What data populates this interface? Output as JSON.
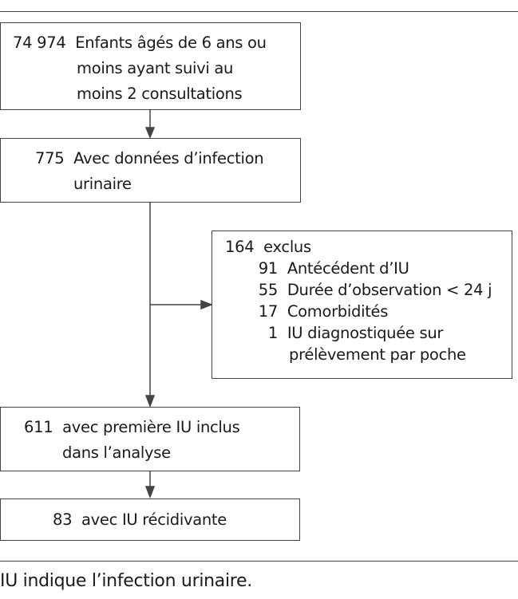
{
  "boxes": {
    "start": {
      "count": "74 974",
      "lines": [
        "Enfants âgés de 6 ans ou",
        "moins ayant suivi au",
        "moins 2 consultations"
      ]
    },
    "uti_data": {
      "count": "775",
      "lines": [
        "Avec données d’infection",
        "urinaire"
      ]
    },
    "excluded": {
      "count": "164",
      "label": "exclus",
      "items": [
        {
          "count": "91",
          "lines": [
            "Antécédent d’IU"
          ]
        },
        {
          "count": "55",
          "lines": [
            "Durée d’observation < 24 j"
          ]
        },
        {
          "count": "17",
          "lines": [
            "Comorbidités"
          ]
        },
        {
          "count": "1",
          "lines": [
            "IU diagnostiquée sur",
            "prélèvement par poche"
          ]
        }
      ]
    },
    "included": {
      "count": "611",
      "lines": [
        "avec première IU inclus",
        "dans l’analyse"
      ]
    },
    "recurrent": {
      "count": "83",
      "lines": [
        "avec IU récidivante"
      ]
    }
  },
  "caption": "IU indique l’infection urinaire."
}
